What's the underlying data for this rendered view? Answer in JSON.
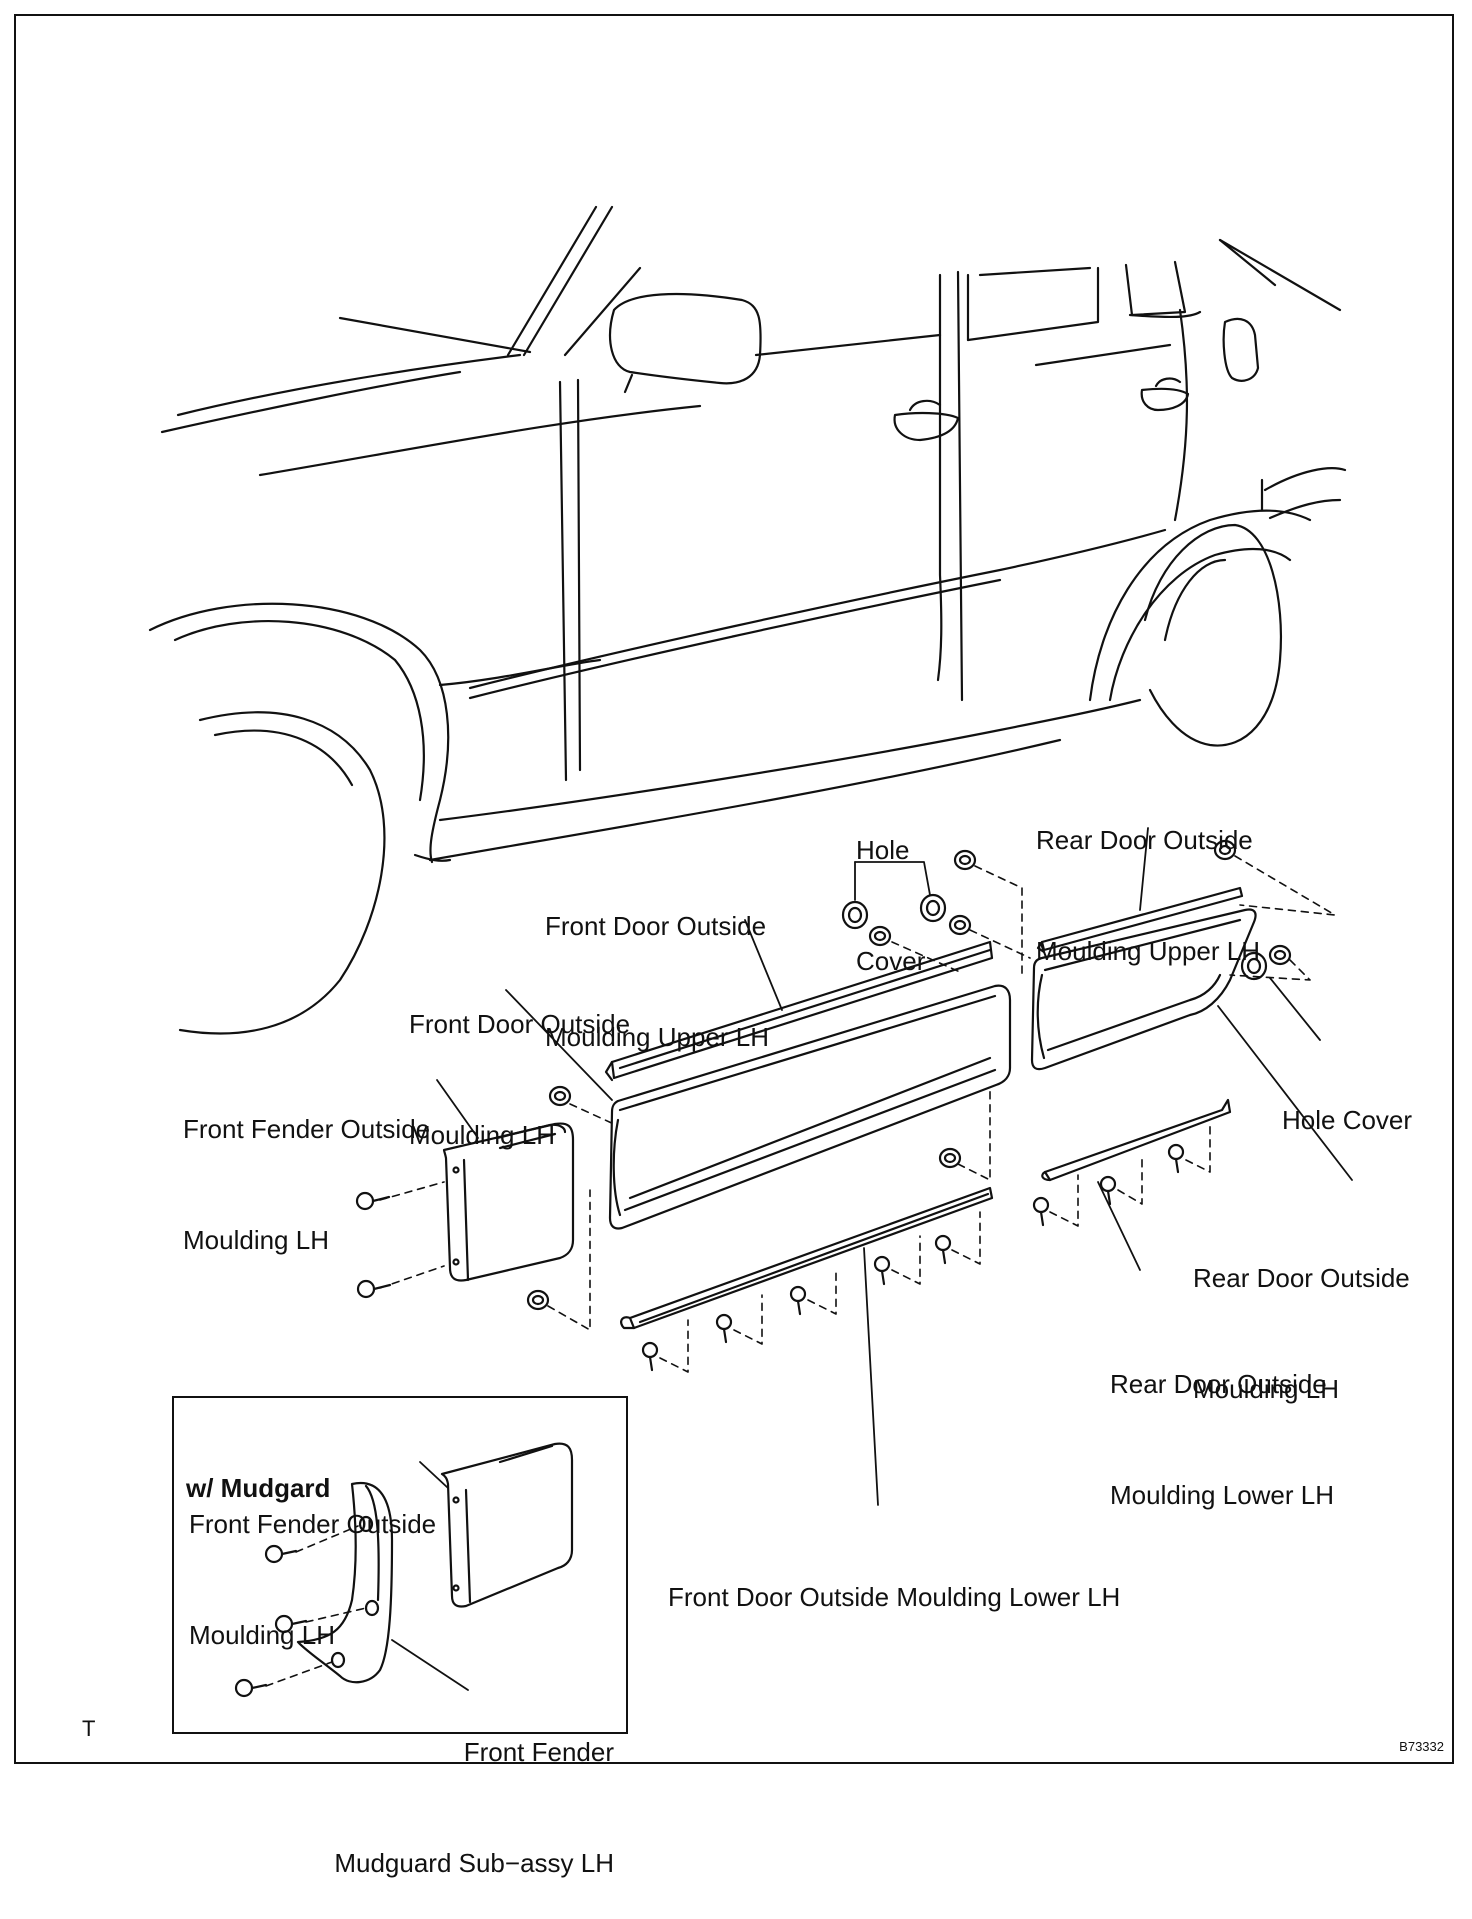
{
  "labels": {
    "hole_cover_top": [
      "Hole",
      "Cover"
    ],
    "rear_upper": [
      "Rear Door Outside",
      "Moulding Upper LH"
    ],
    "front_upper": [
      "Front Door Outside",
      "Moulding Upper LH"
    ],
    "front_door": [
      "Front Door Outside",
      "Moulding LH"
    ],
    "fender": [
      "Front Fender Outside",
      "Moulding LH"
    ],
    "hole_cover_right": "Hole Cover",
    "rear_door": [
      "Rear Door Outside",
      "Moulding LH"
    ],
    "rear_lower": [
      "Rear Door Outside",
      "Moulding Lower LH"
    ],
    "front_lower": "Front Door Outside Moulding Lower LH"
  },
  "inset": {
    "title": "w/ Mudgard",
    "fender": [
      "Front Fender Outside",
      "Moulding LH"
    ],
    "mudguard": [
      "Front Fender",
      "Mudguard Sub−assy LH"
    ]
  },
  "figure_code": "B73332",
  "corner_mark": "T"
}
